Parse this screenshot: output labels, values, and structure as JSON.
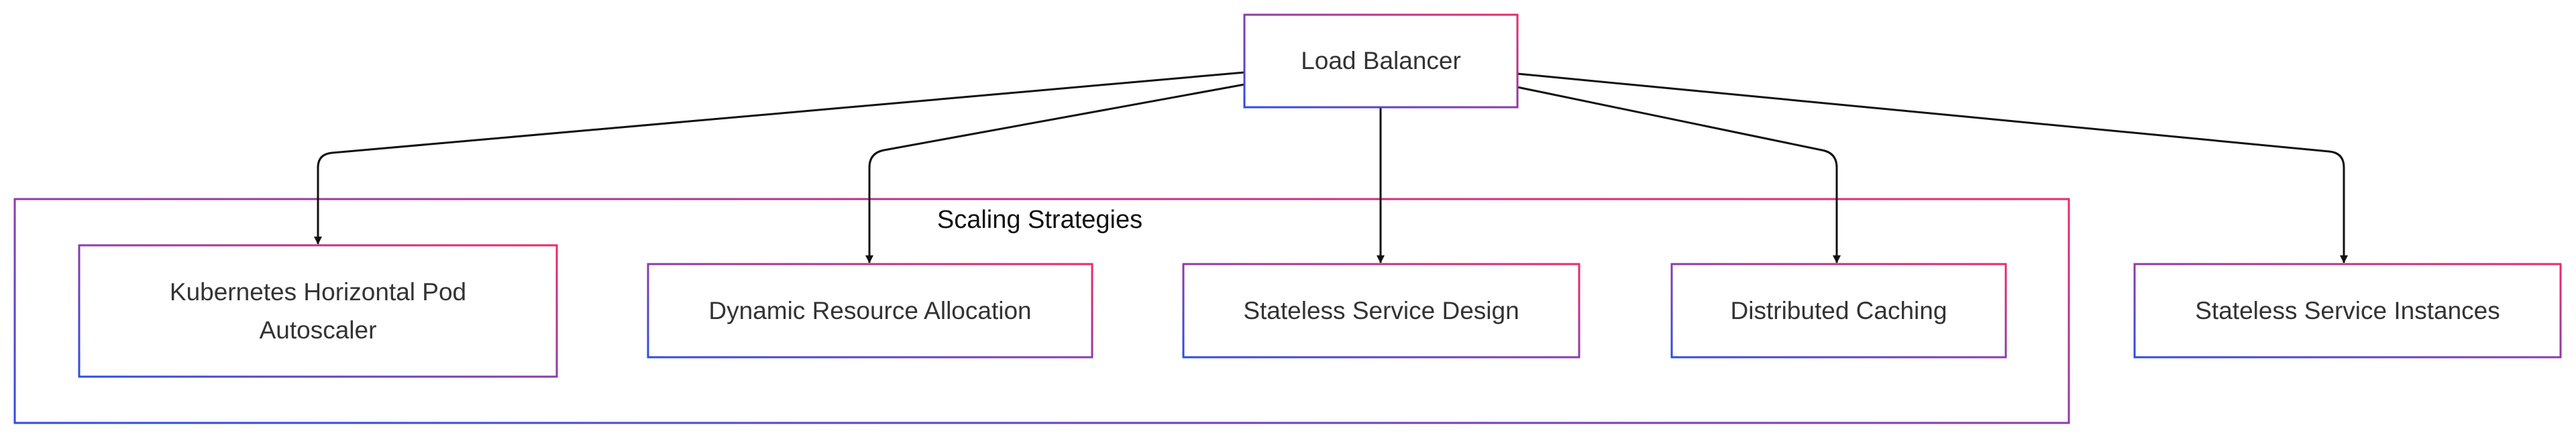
{
  "colors": {
    "border_start": "#2d4de6",
    "border_end": "#ee2a6a",
    "edge": "#111111",
    "text": "#333333",
    "background": "#ffffff"
  },
  "group": {
    "label": "Scaling Strategies"
  },
  "nodes": {
    "load_balancer": "Load Balancer",
    "hpa": "Kubernetes Horizontal Pod Autoscaler",
    "dynamic": "Dynamic Resource Allocation",
    "stateless_design": "Stateless Service Design",
    "caching": "Distributed Caching",
    "instances": "Stateless Service Instances"
  },
  "edges": [
    {
      "from": "load_balancer",
      "to": "hpa"
    },
    {
      "from": "load_balancer",
      "to": "dynamic"
    },
    {
      "from": "load_balancer",
      "to": "stateless_design"
    },
    {
      "from": "load_balancer",
      "to": "caching"
    },
    {
      "from": "load_balancer",
      "to": "instances"
    }
  ]
}
